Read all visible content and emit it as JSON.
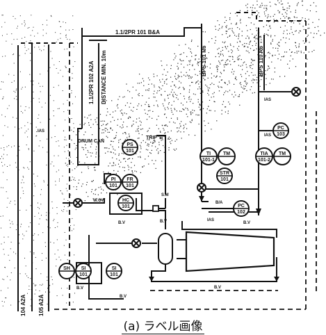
{
  "line_labels": {
    "header_line": "1.1/2PR 101 B&A",
    "diag_line": "1.1/2PR 102 A2A",
    "distance_min": "DISTANCE MIN. 10m",
    "right_line_1": "BPS 101 R6",
    "right_line_2": "BPS 110 R6",
    "left_line_1": "104 A2A",
    "left_line_2": "105 A2A",
    "drum_can": "DRUM CAN",
    "trip": "TRIP\"B\""
  },
  "instruments": {
    "ps_top": [
      "PS",
      "101"
    ],
    "pi": [
      "PI",
      "101"
    ],
    "fr": [
      "FR",
      "101"
    ],
    "hc": [
      "HC",
      "101"
    ],
    "ti_1": [
      "TI",
      "101-1"
    ],
    "tm_1": [
      "TM",
      ""
    ],
    "tia": [
      "TIA",
      "101-2"
    ],
    "tm_2": [
      "TM",
      ""
    ],
    "str": [
      "STR",
      "101"
    ],
    "pc_right": [
      "PC",
      "102"
    ],
    "pc_top": [
      "PC",
      "103"
    ],
    "sh": [
      "SH",
      ""
    ],
    "si_1": [
      "SI",
      "101"
    ],
    "si_2": [
      "SI",
      "101"
    ]
  },
  "notes": {
    "sm": "S.M",
    "bv_hc": "B.V",
    "bv_valve": "B.V",
    "bv_si": "B.V",
    "bv_si2": "B.V",
    "bv_bottom": "B.V",
    "bv_right": "B.V",
    "ias_1": "IAS",
    "ias_2": "IAS",
    "ias_3": "IAS",
    "ias_4": "IAS",
    "bv_frac": "B/A",
    "w_ow": "W.OW"
  },
  "caption": "(a) ラベル画像"
}
